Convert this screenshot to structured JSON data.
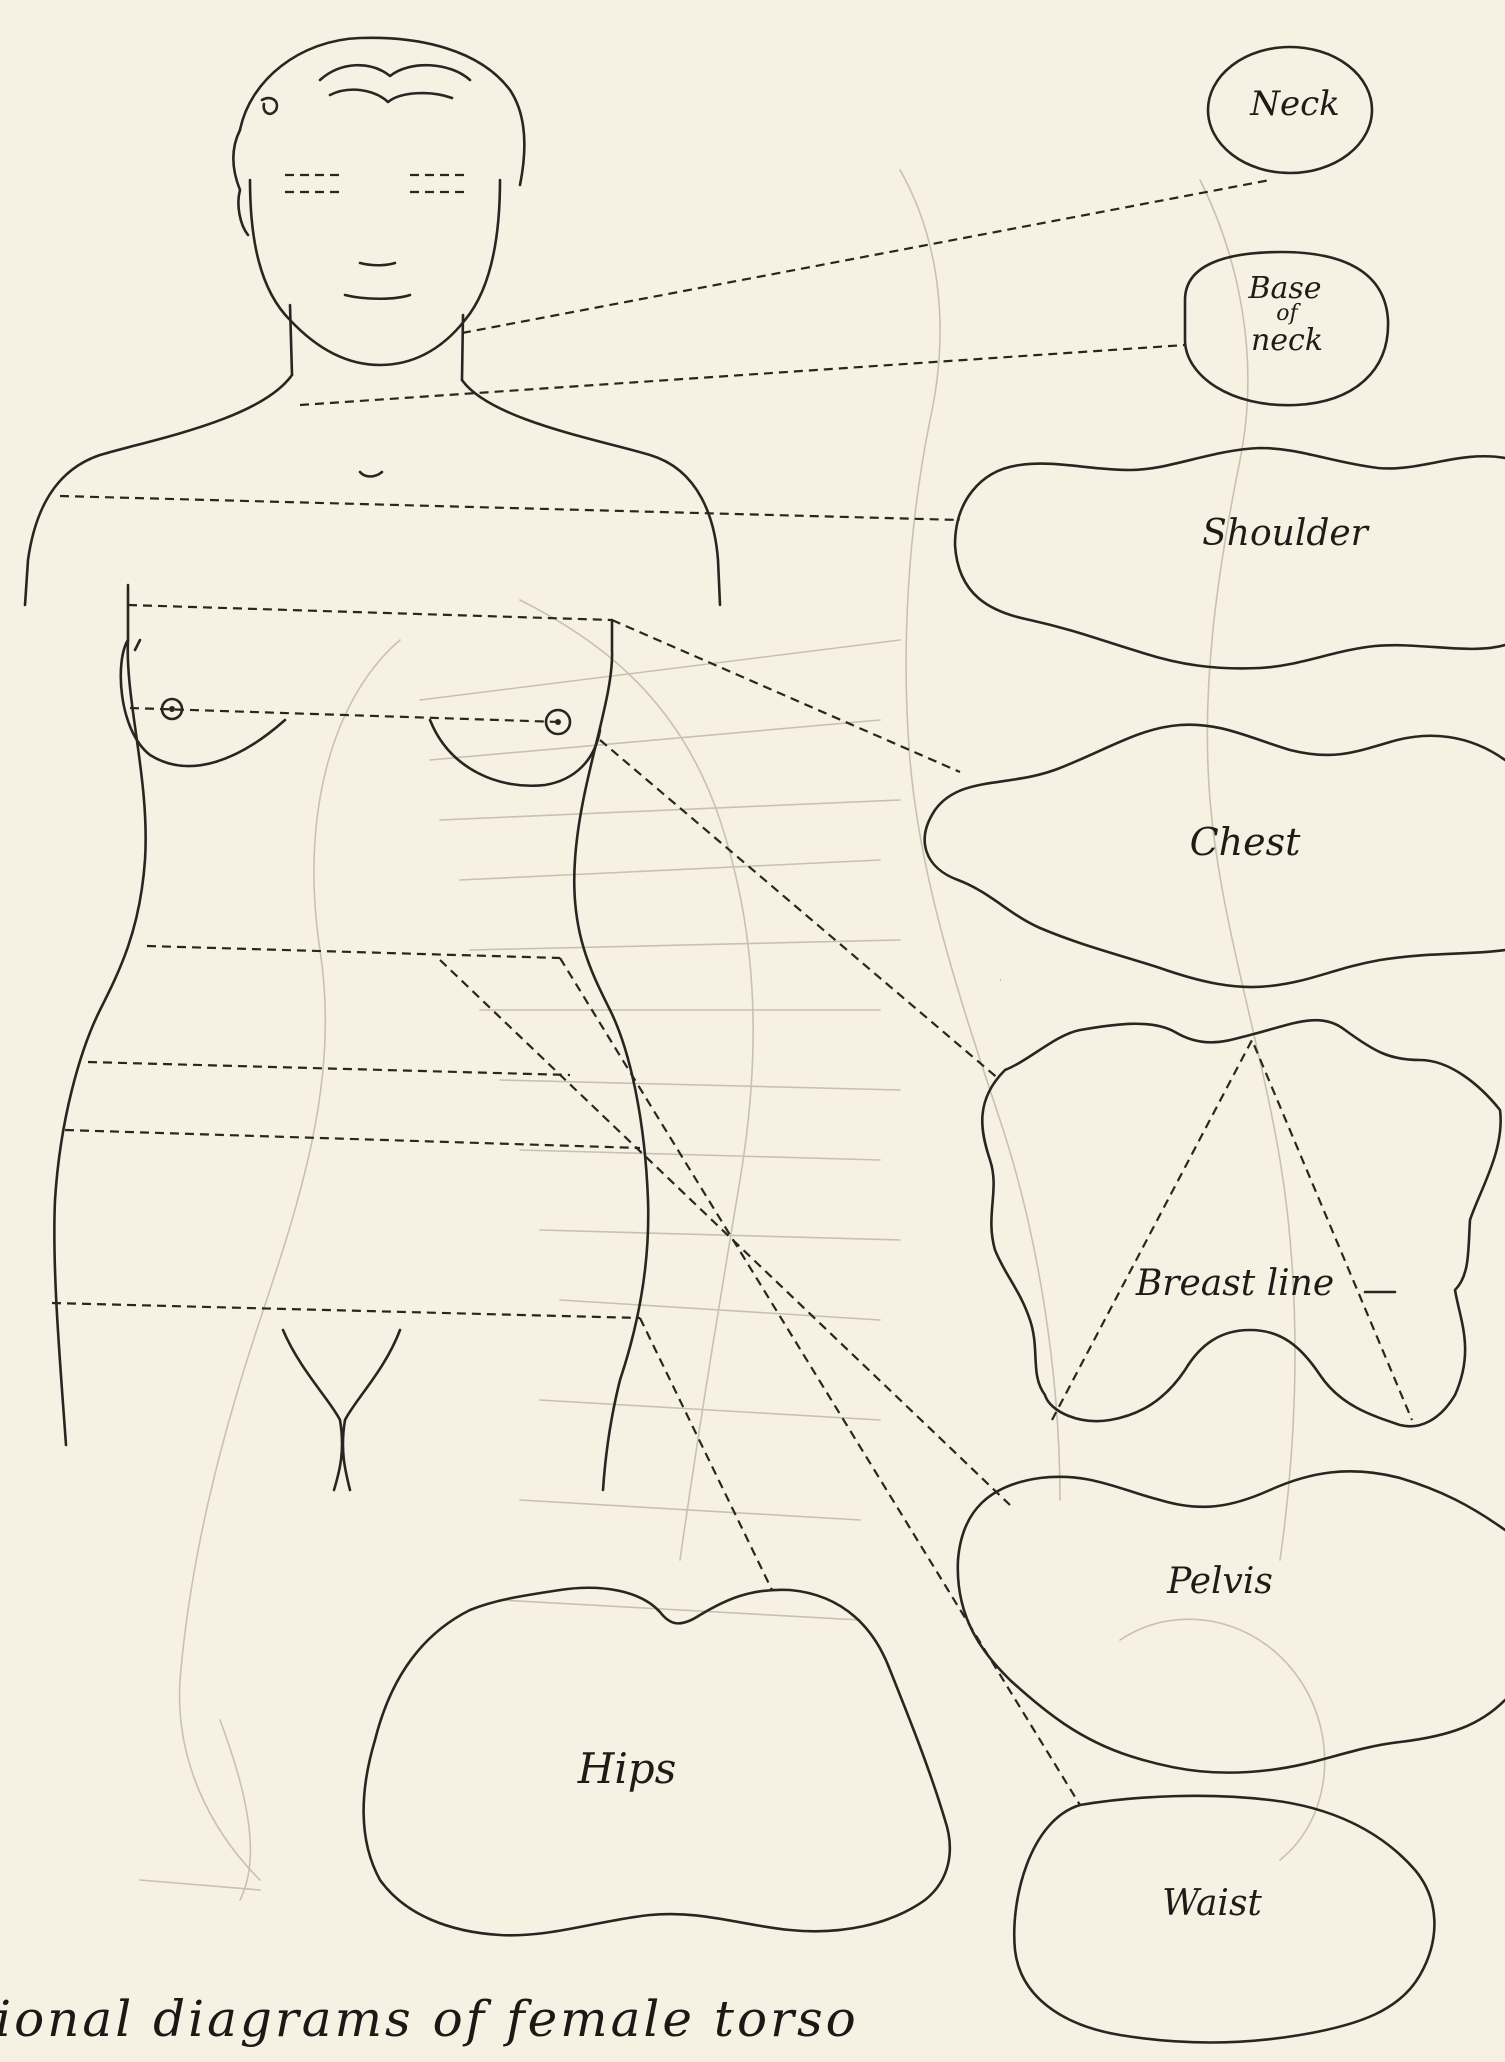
{
  "figure": {
    "caption": "tional diagrams of female torso",
    "sections": {
      "neck": "Neck",
      "base_of_neck_1": "Base",
      "base_of_neck_2": "of",
      "base_of_neck_3": "neck",
      "shoulder": "Shoulder",
      "chest": "Chest",
      "breast_line": "Breast line",
      "pelvis": "Pelvis",
      "hips": "Hips",
      "waist": "Waist"
    }
  },
  "colors": {
    "paper": "#f6f1e3",
    "ink": "#2a2520",
    "faint": "#c9c1b0"
  }
}
